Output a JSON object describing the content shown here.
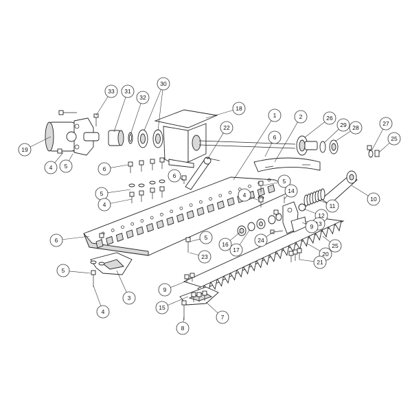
{
  "callouts": [
    {
      "id": "c33",
      "label": "33"
    },
    {
      "id": "c31",
      "label": "31"
    },
    {
      "id": "c32",
      "label": "32"
    },
    {
      "id": "c30",
      "label": "30"
    },
    {
      "id": "c18",
      "label": "18"
    },
    {
      "id": "c1",
      "label": "1"
    },
    {
      "id": "c2",
      "label": "2"
    },
    {
      "id": "c26",
      "label": "26"
    },
    {
      "id": "c29",
      "label": "29"
    },
    {
      "id": "c28",
      "label": "28"
    },
    {
      "id": "c27",
      "label": "27"
    },
    {
      "id": "c25a",
      "label": "25"
    },
    {
      "id": "c19",
      "label": "19"
    },
    {
      "id": "c4a",
      "label": "4"
    },
    {
      "id": "c5a",
      "label": "5"
    },
    {
      "id": "c22",
      "label": "22"
    },
    {
      "id": "c6a",
      "label": "6"
    },
    {
      "id": "c6b",
      "label": "6"
    },
    {
      "id": "c6c",
      "label": "6"
    },
    {
      "id": "c5b",
      "label": "5"
    },
    {
      "id": "c4b",
      "label": "4"
    },
    {
      "id": "c5c",
      "label": "5"
    },
    {
      "id": "c14",
      "label": "14"
    },
    {
      "id": "c4c",
      "label": "4"
    },
    {
      "id": "c10",
      "label": "10"
    },
    {
      "id": "c11",
      "label": "11"
    },
    {
      "id": "c12",
      "label": "12"
    },
    {
      "id": "c13",
      "label": "13"
    },
    {
      "id": "c9a",
      "label": "9"
    },
    {
      "id": "c6d",
      "label": "6"
    },
    {
      "id": "c16",
      "label": "16"
    },
    {
      "id": "c17",
      "label": "17"
    },
    {
      "id": "c24",
      "label": "24"
    },
    {
      "id": "c5d",
      "label": "5"
    },
    {
      "id": "c25b",
      "label": "25"
    },
    {
      "id": "c20",
      "label": "20"
    },
    {
      "id": "c23",
      "label": "23"
    },
    {
      "id": "c21",
      "label": "21"
    },
    {
      "id": "c5e",
      "label": "5"
    },
    {
      "id": "c3",
      "label": "3"
    },
    {
      "id": "c9b",
      "label": "9"
    },
    {
      "id": "c15",
      "label": "15"
    },
    {
      "id": "c7",
      "label": "7"
    },
    {
      "id": "c4d",
      "label": "4"
    },
    {
      "id": "c8",
      "label": "8"
    }
  ]
}
